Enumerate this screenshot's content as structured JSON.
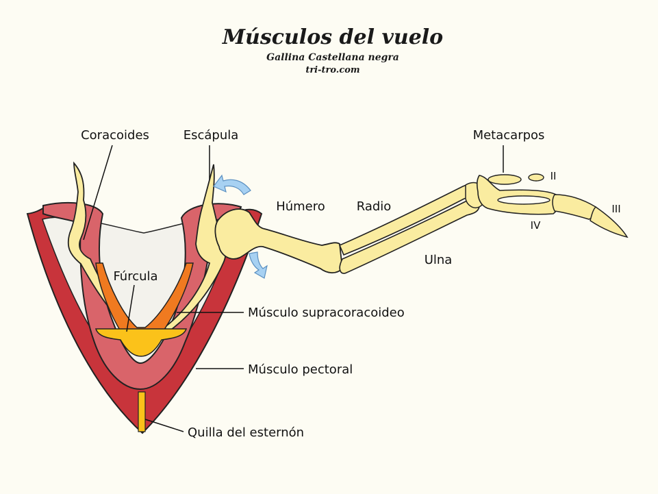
{
  "header": {
    "title": "Músculos del vuelo",
    "subtitle": "Gallina Castellana negra",
    "credit": "tri-tro.com"
  },
  "labels": {
    "coracoides": "Coracoides",
    "escapula": "Escápula",
    "metacarpos": "Metacarpos",
    "humero": "Húmero",
    "radio": "Radio",
    "ulna": "Ulna",
    "digit_ii": "II",
    "digit_iii": "III",
    "digit_iv": "IV",
    "furcula": "Fúrcula",
    "supracoracoideo": "Músculo supracoracoideo",
    "pectoral": "Músculo pectoral",
    "quilla": "Quilla del esternón"
  },
  "colors": {
    "background": "#fdfcf3",
    "bone": "#faeca0",
    "pectoral": "#c8343b",
    "supracoracoideo": "#d9646a",
    "furcula_orange": "#f07a20",
    "keel_yellow": "#fbc21a",
    "arrow_blue": "#a7d1f2",
    "outline": "#222222"
  }
}
